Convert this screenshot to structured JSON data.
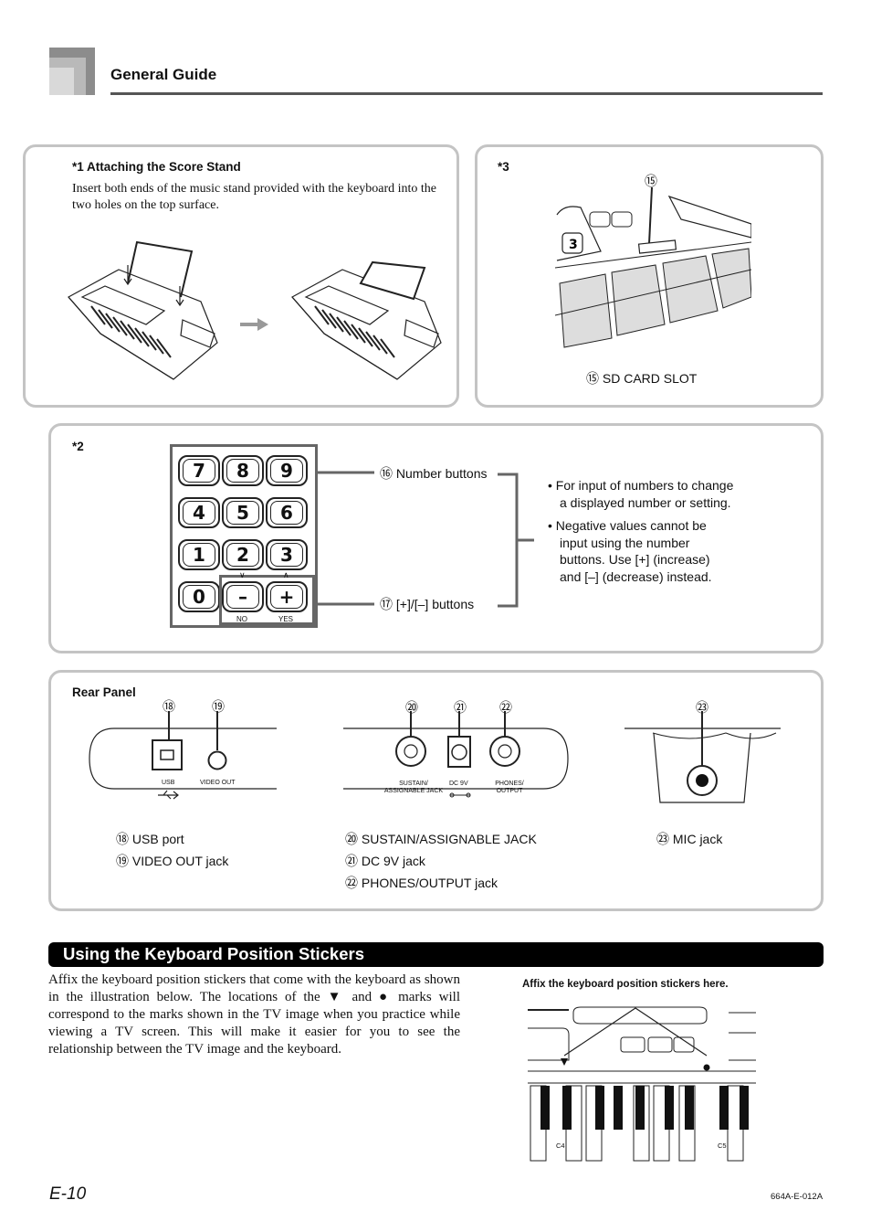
{
  "header": {
    "title": "General Guide"
  },
  "score_stand": {
    "label": "*1  Attaching the Score Stand",
    "text": "Insert both ends of the music stand provided with the keyboard into the two holes on the top surface."
  },
  "sd_card": {
    "label": "*3",
    "callout": "⑮",
    "caption": "⑮ SD CARD SLOT"
  },
  "number_panel": {
    "label": "*2",
    "keys": [
      "7",
      "8",
      "9",
      "4",
      "5",
      "6",
      "1",
      "2",
      "3",
      "0",
      "–",
      "+"
    ],
    "no_label": "NO",
    "yes_label": "YES",
    "callout_numbers": "⑯  Number buttons",
    "callout_pm": "⑰  [+]/[–] buttons",
    "bullets": [
      "For input of numbers to change a displayed number or setting.",
      "Negative values cannot be input using the number buttons. Use [+] (increase) and [–] (decrease) instead."
    ]
  },
  "rear_panel": {
    "label": "Rear Panel",
    "callouts": [
      "⑱",
      "⑲",
      "⑳",
      "㉑",
      "㉒",
      "㉓"
    ],
    "jack_labels": {
      "usb": "USB",
      "video": "VIDEO OUT",
      "sustain": "SUSTAIN/ ASSIGNABLE JACK",
      "dc": "DC 9V",
      "phones": "PHONES/ OUTPUT"
    },
    "legend_col1": [
      "⑱  USB port",
      "⑲  VIDEO OUT jack"
    ],
    "legend_col2": [
      "⑳  SUSTAIN/ASSIGNABLE JACK",
      "㉑  DC 9V jack",
      "㉒  PHONES/OUTPUT jack"
    ],
    "legend_col3": [
      "㉓  MIC jack"
    ]
  },
  "stickers": {
    "title": "Using the Keyboard Position Stickers",
    "text": "Affix the keyboard position stickers that come with the keyboard as shown in the illustration below. The locations of the ▼ and ● marks will correspond to the marks shown in the TV image when you practice while viewing a TV screen. This will make it easier for you to see the relationship between the TV image and the keyboard.",
    "figure_caption": "Affix the keyboard position stickers here.",
    "c4": "C4",
    "c5": "C5"
  },
  "footer": {
    "page": "E-10",
    "code": "664A-E-012A"
  }
}
